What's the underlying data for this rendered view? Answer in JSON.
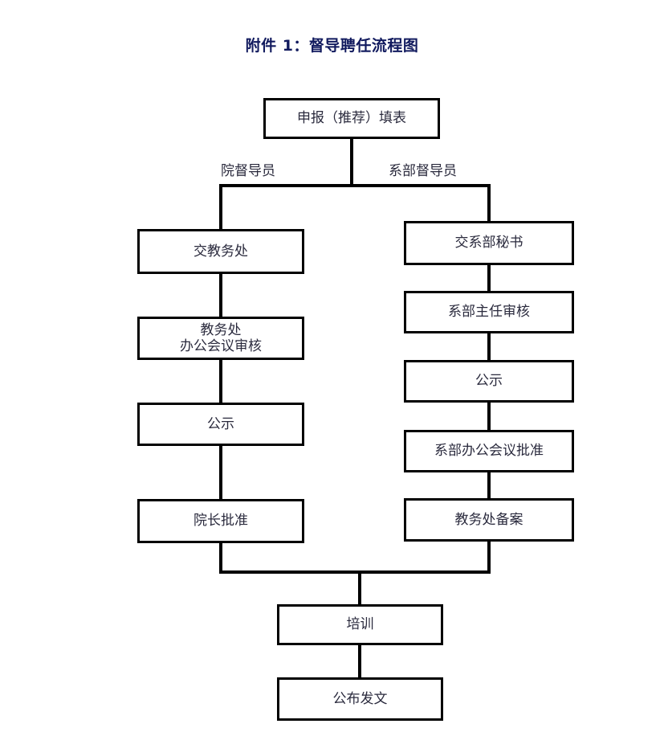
{
  "document": {
    "title": "附件 1：督导聘任流程图",
    "title_color": "#111a5e"
  },
  "flowchart": {
    "start": {
      "id": "apply-form",
      "label": "申报（推荐）填表"
    },
    "branches": [
      {
        "id": "college-supervisor",
        "label": "院督导员",
        "steps": [
          {
            "id": "submit-academic-affairs",
            "label": "交教务处"
          },
          {
            "id": "academic-affairs-meeting-review",
            "label": "教务处\n办公会议审核"
          },
          {
            "id": "publicity-left",
            "label": "公示"
          },
          {
            "id": "president-approval",
            "label": "院长批准"
          }
        ]
      },
      {
        "id": "department-supervisor",
        "label": "系部督导员",
        "steps": [
          {
            "id": "submit-department-secretary",
            "label": "交系部秘书"
          },
          {
            "id": "department-head-review",
            "label": "系部主任审核"
          },
          {
            "id": "publicity-right",
            "label": "公示"
          },
          {
            "id": "department-meeting-approval",
            "label": "系部办公会议批准"
          },
          {
            "id": "academic-affairs-filing",
            "label": "教务处备案"
          }
        ]
      }
    ],
    "merge": [
      {
        "id": "training",
        "label": "培训"
      },
      {
        "id": "publish-document",
        "label": "公布发文"
      }
    ],
    "style": {
      "box_border_color": "#000000",
      "box_fill_color": "#ffffff",
      "connector_color": "#000000",
      "text_color": "#2a2a3d"
    }
  }
}
